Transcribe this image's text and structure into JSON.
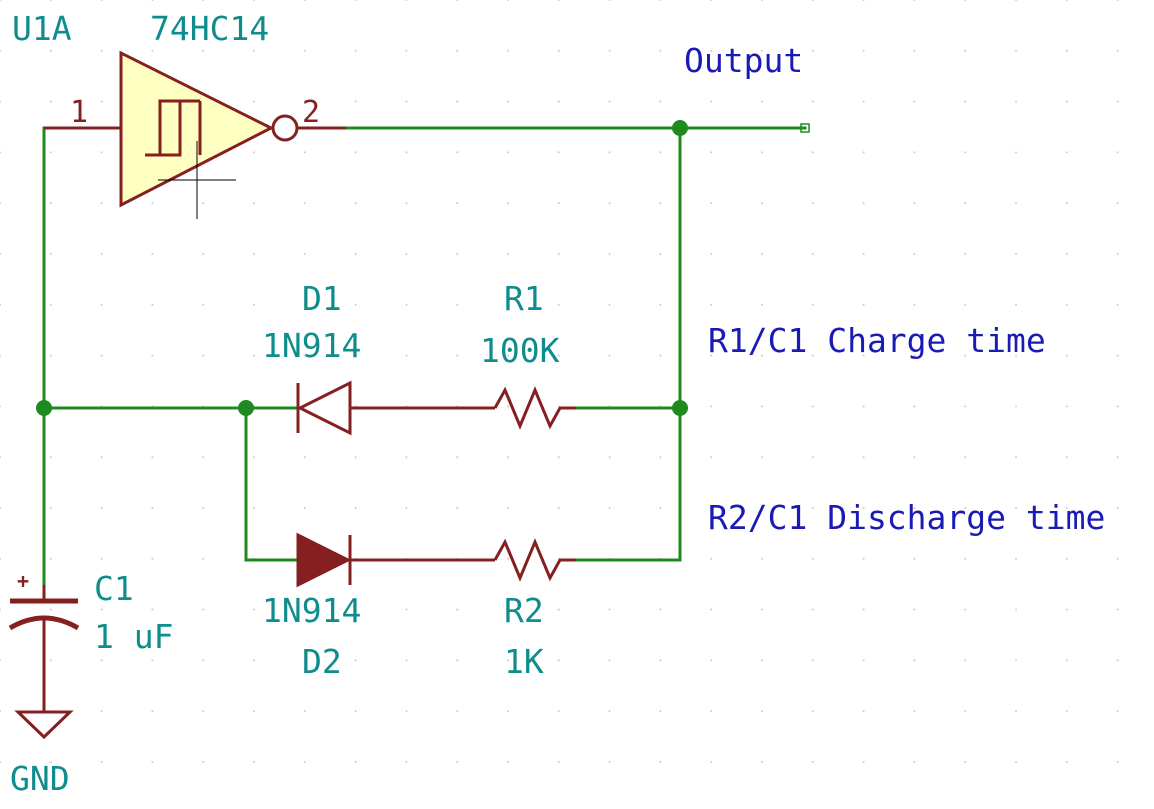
{
  "u1": {
    "ref": "U1A",
    "value": "74HC14",
    "pin_in": "1",
    "pin_out": "2"
  },
  "output_label": "Output",
  "d1": {
    "ref": "D1",
    "value": "1N914"
  },
  "r1": {
    "ref": "R1",
    "value": "100K"
  },
  "d2": {
    "ref": "D2",
    "value": "1N914"
  },
  "r2": {
    "ref": "R2",
    "value": "1K"
  },
  "c1": {
    "ref": "C1",
    "value": "1 uF",
    "polarity": "+"
  },
  "gnd_label": "GND",
  "notes": {
    "charge": "R1/C1 Charge time",
    "discharge": "R2/C1 Discharge time"
  },
  "colors": {
    "wire": "#1f8a1f",
    "component": "#842020",
    "inverter_fill": "#ffffc2",
    "ref_text": "#0f8c8c",
    "note_text": "#1a1ab4",
    "grid": "#c8c8c8"
  }
}
